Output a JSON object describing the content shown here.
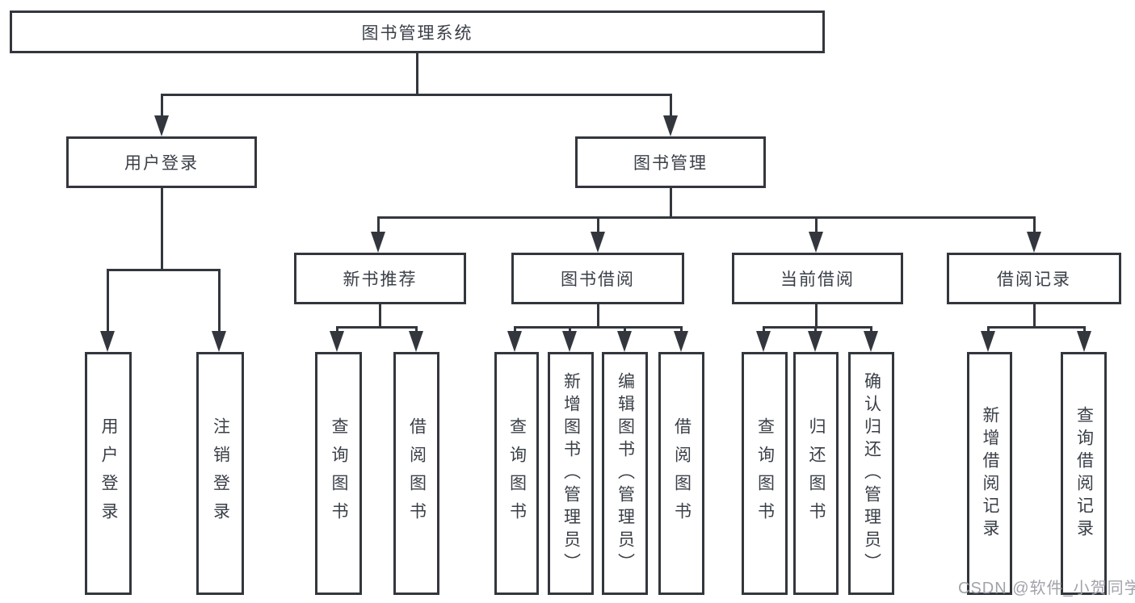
{
  "nodes": {
    "root": "图书管理系统",
    "level2": [
      "用户登录",
      "图书管理"
    ],
    "level3": [
      "新书推荐",
      "图书借阅",
      "当前借阅",
      "借阅记录"
    ],
    "leaves": {
      "login": [
        "用户登录",
        "注销登录"
      ],
      "recommend": [
        "查询图书",
        "借阅图书"
      ],
      "borrow": [
        "查询图书",
        "新增图书（管理员）",
        "编辑图书（管理员）",
        "借阅图书"
      ],
      "current": [
        "查询图书",
        "归还图书",
        "确认归还（管理员）"
      ],
      "records": [
        "新增借阅记录",
        "查询借阅记录"
      ]
    }
  },
  "watermark": "CSDN @软件_小贺同学",
  "colors": {
    "line": "#33373d",
    "text": "#3a3f47",
    "background": "#ffffff",
    "watermark": "#a0a3aa"
  }
}
